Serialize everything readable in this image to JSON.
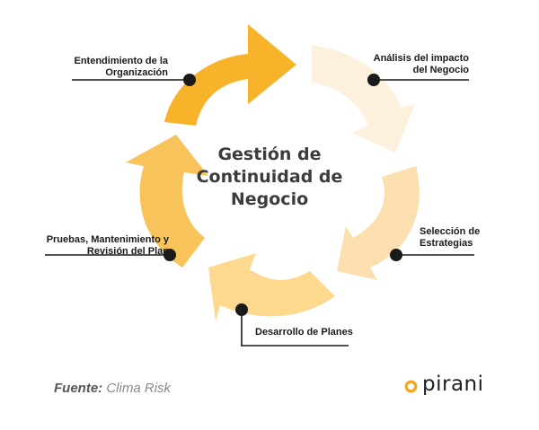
{
  "center_title_lines": [
    "Gestión de",
    "Continuidad de",
    "Negocio"
  ],
  "stages": [
    {
      "name": "stage-entendimiento",
      "label_lines": [
        "Entendimiento de la",
        "Organización"
      ],
      "color": "#F7B42B"
    },
    {
      "name": "stage-analisis",
      "label_lines": [
        "Análisis del impacto",
        "del Negocio"
      ],
      "color": "#FDF1DD"
    },
    {
      "name": "stage-seleccion",
      "label_lines": [
        "Selección de",
        "Estrategias"
      ],
      "color": "#FBDFAE"
    },
    {
      "name": "stage-desarrollo",
      "label_lines": [
        "Desarrollo de Planes"
      ],
      "color": "#FCD98F"
    },
    {
      "name": "stage-pruebas",
      "label_lines": [
        "Pruebas, Mantenimiento y",
        "Revisión del Plan"
      ],
      "color": "#F8C35B"
    }
  ],
  "source": {
    "prefix": "Fuente:",
    "text": "Clima Risk"
  },
  "brand": {
    "name": "pirani",
    "accent_color": "#F7A51C"
  },
  "colors": {
    "line": "#1a1a1a",
    "dot": "#1a1a1a",
    "text": "#3c3c3c"
  }
}
